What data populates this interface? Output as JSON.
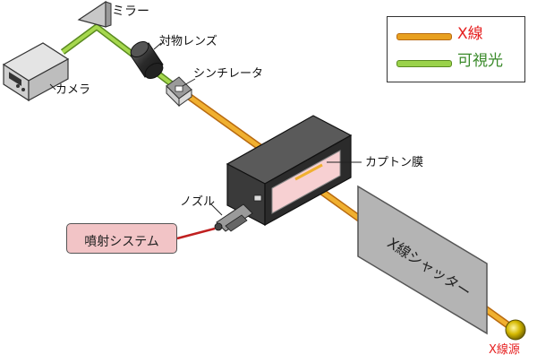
{
  "labels": {
    "mirror": "ミラー",
    "objective_lens": "対物レンズ",
    "camera": "カメラ",
    "scintillator": "シンチレータ",
    "kapton_film": "カプトン膜",
    "nozzle": "ノズル",
    "spray_system": "噴射システム",
    "xray_shutter": "X線シャッター",
    "xray_source": "X線源"
  },
  "legend": {
    "xray": {
      "label": "X線",
      "color": "#e62020",
      "line_color": "#e8a020"
    },
    "visible": {
      "label": "可視光",
      "color": "#3a8a2a",
      "line_color": "#9ad24a"
    }
  },
  "colors": {
    "xray_beam": "#e8a020",
    "visible_beam": "#9ad24a",
    "spray_box_fill": "#f2c4c6",
    "chamber_dark": "#2e2e2e",
    "kapton_fill": "#f7d0d2",
    "shutter_fill": "#b4b4b4"
  },
  "icons": [
    "camera-icon",
    "mirror-icon",
    "objective-lens-icon",
    "scintillator-icon",
    "chamber-icon",
    "nozzle-icon",
    "xray-source-icon"
  ]
}
